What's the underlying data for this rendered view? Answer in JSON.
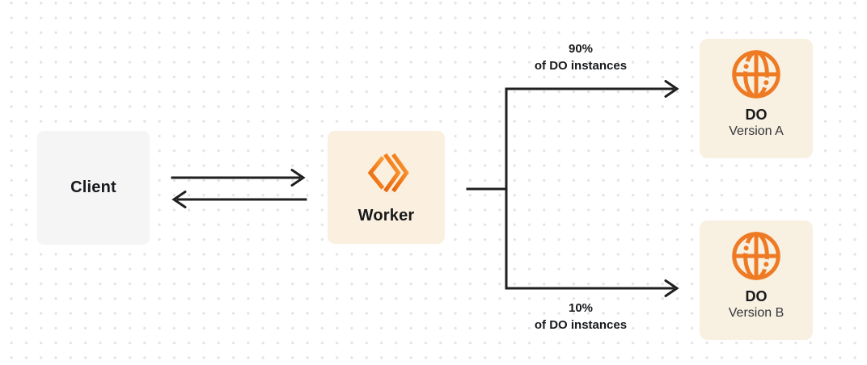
{
  "diagram": {
    "client": {
      "label": "Client"
    },
    "worker": {
      "label": "Worker"
    },
    "do_version_a": {
      "title": "DO",
      "subtitle": "Version A"
    },
    "do_version_b": {
      "title": "DO",
      "subtitle": "Version B"
    },
    "edge_labels": {
      "top": {
        "line1": "90%",
        "line2": "of DO instances"
      },
      "bottom": {
        "line1": "10%",
        "line2": "of DO instances"
      }
    },
    "icons": {
      "worker": "workers-logo-icon",
      "durable_object": "globe-icon"
    },
    "colors": {
      "accent_orange": "#ee7a23",
      "logo_gradient_start": "#e8640c",
      "logo_gradient_end": "#f9a13b",
      "client_bg": "#f5f5f6",
      "worker_bg": "#fbf0e0",
      "do_bg": "#f8f0e1",
      "line": "#1f1f1f",
      "text": "#17191c",
      "dot_grid": "#e4e4e4",
      "canvas_bg": "#ffffff"
    }
  }
}
